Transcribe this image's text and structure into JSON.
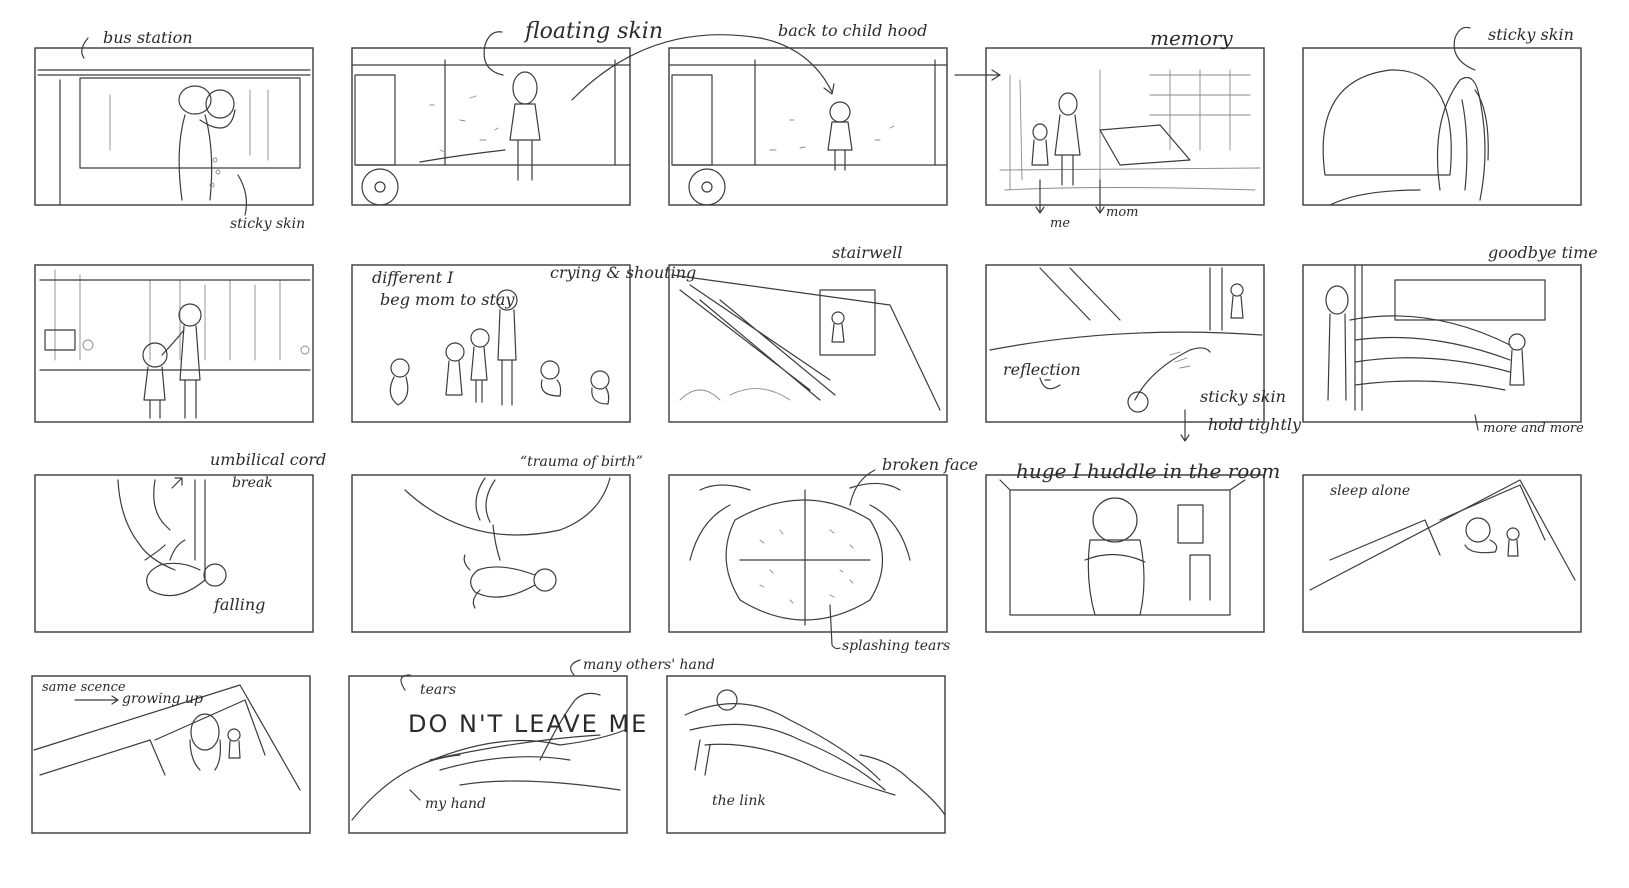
{
  "annotations": {
    "bus_station": "bus station",
    "sticky_skin_1": "sticky skin",
    "floating_skin": "floating skin",
    "back_to_childhood": "back to child hood",
    "memory": "memory",
    "me": "me",
    "mom": "mom",
    "sticky_skin_2": "sticky skin",
    "different_i": "different I",
    "beg_mom": "beg mom to stay",
    "crying": "crying & shouting",
    "stairwell": "stairwell",
    "reflection": "reflection",
    "sticky_skin_3": "sticky skin",
    "hold_tightly": "hold tightly",
    "goodbye": "goodbye time",
    "more_and_more": "more and more",
    "umbilical": "umbilical cord",
    "break": "break",
    "falling": "falling",
    "trauma": "“trauma of birth”",
    "broken_face": "broken face",
    "splashing": "splashing tears",
    "huge_i": "huge I huddle in the room",
    "sleep_alone": "sleep alone",
    "same_scene": "same scence",
    "growing_up": "growing up",
    "tears": "tears",
    "dont_leave": "DO N'T LEAVE ME",
    "many_hand": "many others' hand",
    "my_hand": "my hand",
    "the_link": "the link"
  }
}
